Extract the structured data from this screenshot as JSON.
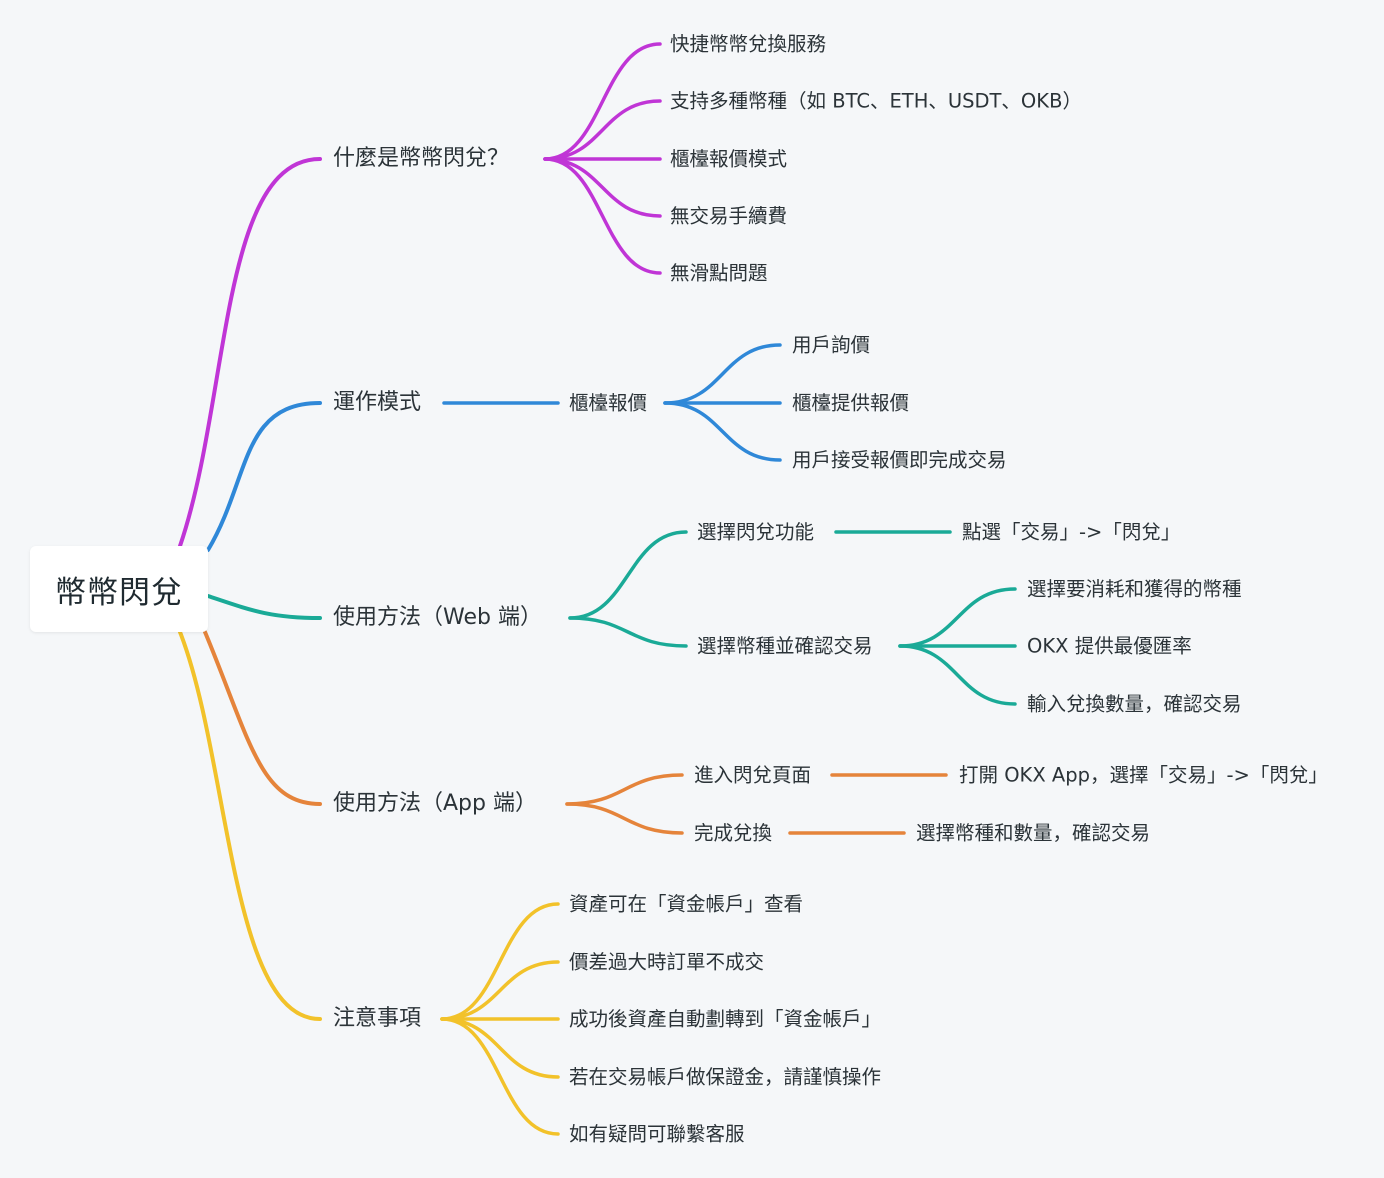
{
  "root": "幣幣閃兌",
  "colors": {
    "what": "#c035d6",
    "mode": "#2f88d8",
    "web": "#1aaa97",
    "app": "#e5843b",
    "notes": "#f2c22a"
  },
  "branches": {
    "what": {
      "label": "什麼是幣幣閃兌？",
      "children": [
        "快捷幣幣兌換服務",
        "支持多種幣種（如 BTC、ETH、USDT、OKB）",
        "櫃檯報價模式",
        "無交易手續費",
        "無滑點問題"
      ]
    },
    "mode": {
      "label": "運作模式",
      "sub": "櫃檯報價",
      "children": [
        "用戶詢價",
        "櫃檯提供報價",
        "用戶接受報價即完成交易"
      ]
    },
    "web": {
      "label": "使用方法（Web 端）",
      "step1": "選擇閃兌功能",
      "step1_detail": "點選「交易」->「閃兌」",
      "step2": "選擇幣種並確認交易",
      "step2_children": [
        "選擇要消耗和獲得的幣種",
        "OKX 提供最優匯率",
        "輸入兌換數量，確認交易"
      ]
    },
    "app": {
      "label": "使用方法（App 端）",
      "step1": "進入閃兌頁面",
      "step1_detail": "打開 OKX App，選擇「交易」->「閃兌」",
      "step2": "完成兌換",
      "step2_detail": "選擇幣種和數量，確認交易"
    },
    "notes": {
      "label": "注意事項",
      "children": [
        "資產可在「資金帳戶」查看",
        "價差過大時訂單不成交",
        "成功後資產自動劃轉到「資金帳戶」",
        "若在交易帳戶做保證金，請謹慎操作",
        "如有疑問可聯繫客服"
      ]
    }
  }
}
